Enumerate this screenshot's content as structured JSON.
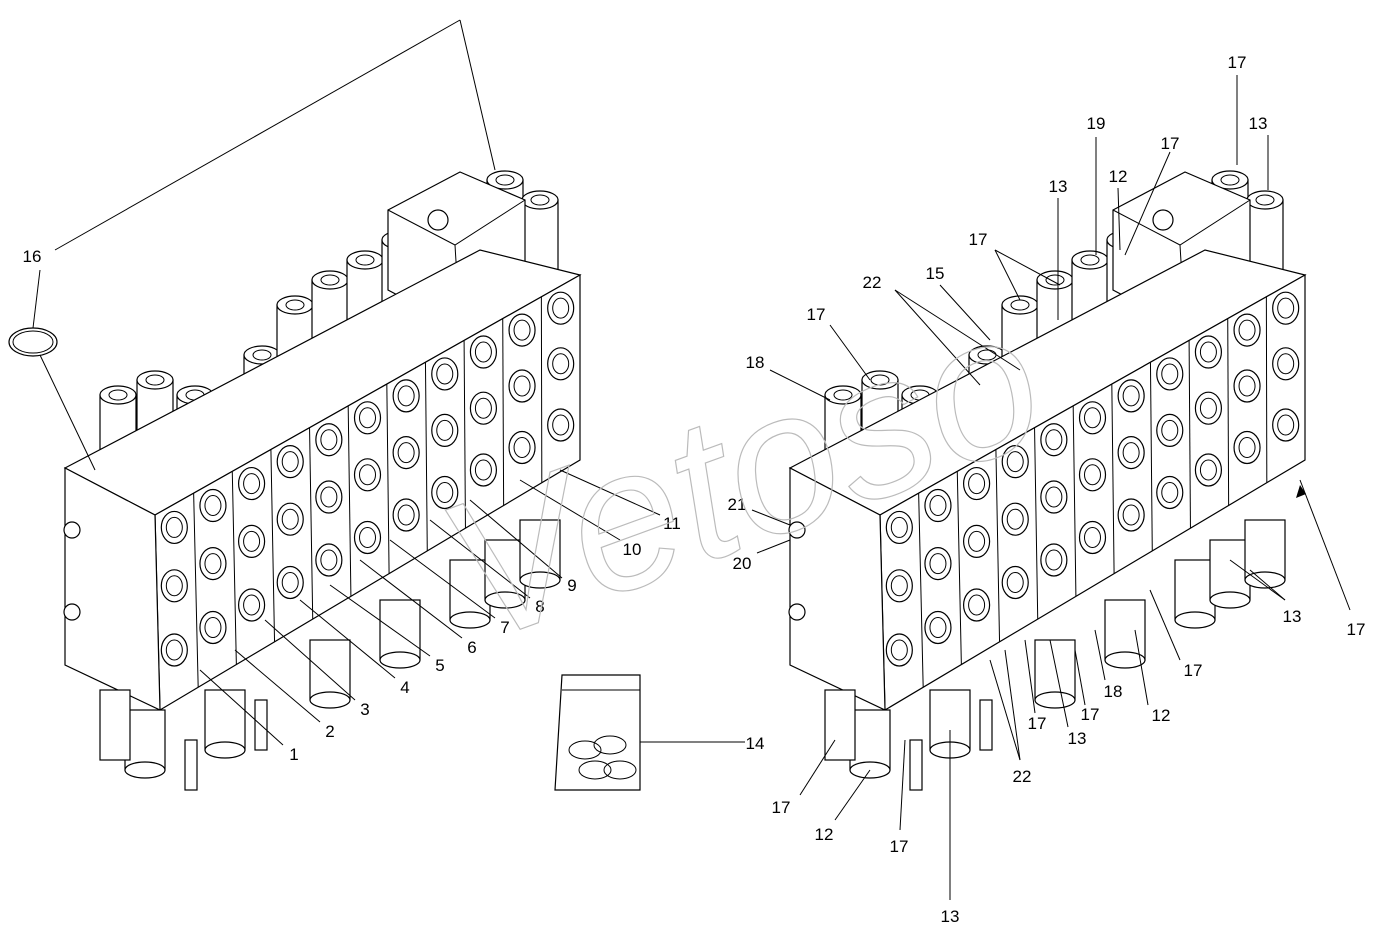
{
  "diagram": {
    "watermark": "Vetoso",
    "left_assembly_callouts": [
      "16",
      "1",
      "2",
      "3",
      "4",
      "5",
      "6",
      "7",
      "8",
      "9",
      "10",
      "11"
    ],
    "seal_kit_callout": "14",
    "right_assembly_callouts": [
      "17",
      "19",
      "17",
      "13",
      "13",
      "12",
      "17",
      "15",
      "22",
      "17",
      "18",
      "21",
      "20",
      "13",
      "17",
      "17",
      "12",
      "18",
      "17",
      "13",
      "17",
      "22",
      "17",
      "12",
      "17",
      "13"
    ]
  },
  "colors": {
    "line": "#000000",
    "watermark": "#bbbbbb",
    "background": "#ffffff"
  }
}
